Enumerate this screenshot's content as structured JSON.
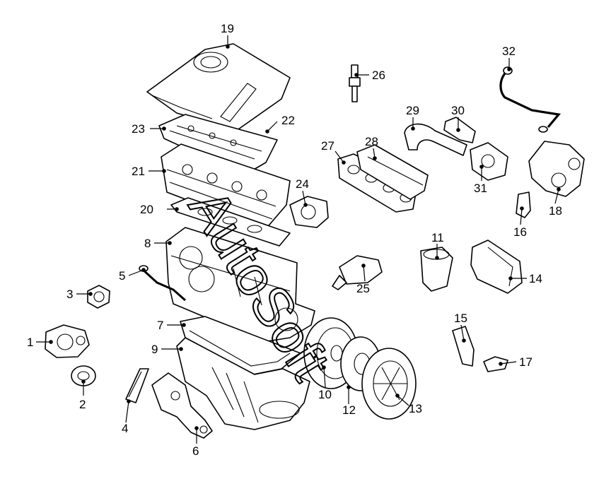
{
  "diagram": {
    "watermark": "AutoSoft",
    "callouts": [
      "1",
      "2",
      "3",
      "4",
      "5",
      "6",
      "7",
      "8",
      "9",
      "10",
      "11",
      "12",
      "13",
      "14",
      "15",
      "16",
      "17",
      "18",
      "19",
      "20",
      "21",
      "22",
      "23",
      "24",
      "25",
      "26",
      "27",
      "28",
      "29",
      "30",
      "31",
      "32"
    ]
  }
}
